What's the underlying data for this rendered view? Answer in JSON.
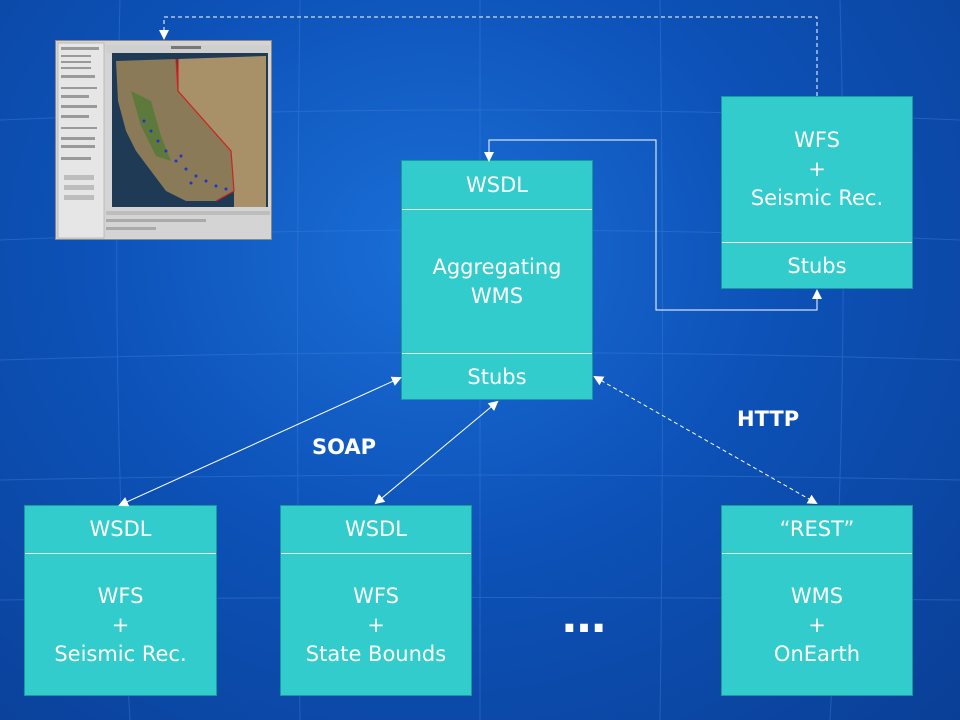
{
  "boxes": {
    "aggregator": {
      "top": "WSDL",
      "middle": [
        "Aggregating",
        "WMS"
      ],
      "bottom": "Stubs"
    },
    "remote_wfs": {
      "top": [
        "WFS",
        "+",
        "Seismic Rec."
      ],
      "bottom": "Stubs"
    },
    "wfs_seismic": {
      "top": "WSDL",
      "bottom": [
        "WFS",
        "+",
        "Seismic Rec."
      ]
    },
    "wfs_state": {
      "top": "WSDL",
      "bottom": [
        "WFS",
        "+",
        "State Bounds"
      ]
    },
    "wms_onearth": {
      "top": "“REST”",
      "bottom": [
        "WMS",
        "+",
        "OnEarth"
      ]
    }
  },
  "labels": {
    "soap": "SOAP",
    "http": "HTTP",
    "ellipsis": "…"
  },
  "colors": {
    "box_fill": "#33cccc",
    "background": "#0d52b8",
    "line": "#ffffff"
  }
}
